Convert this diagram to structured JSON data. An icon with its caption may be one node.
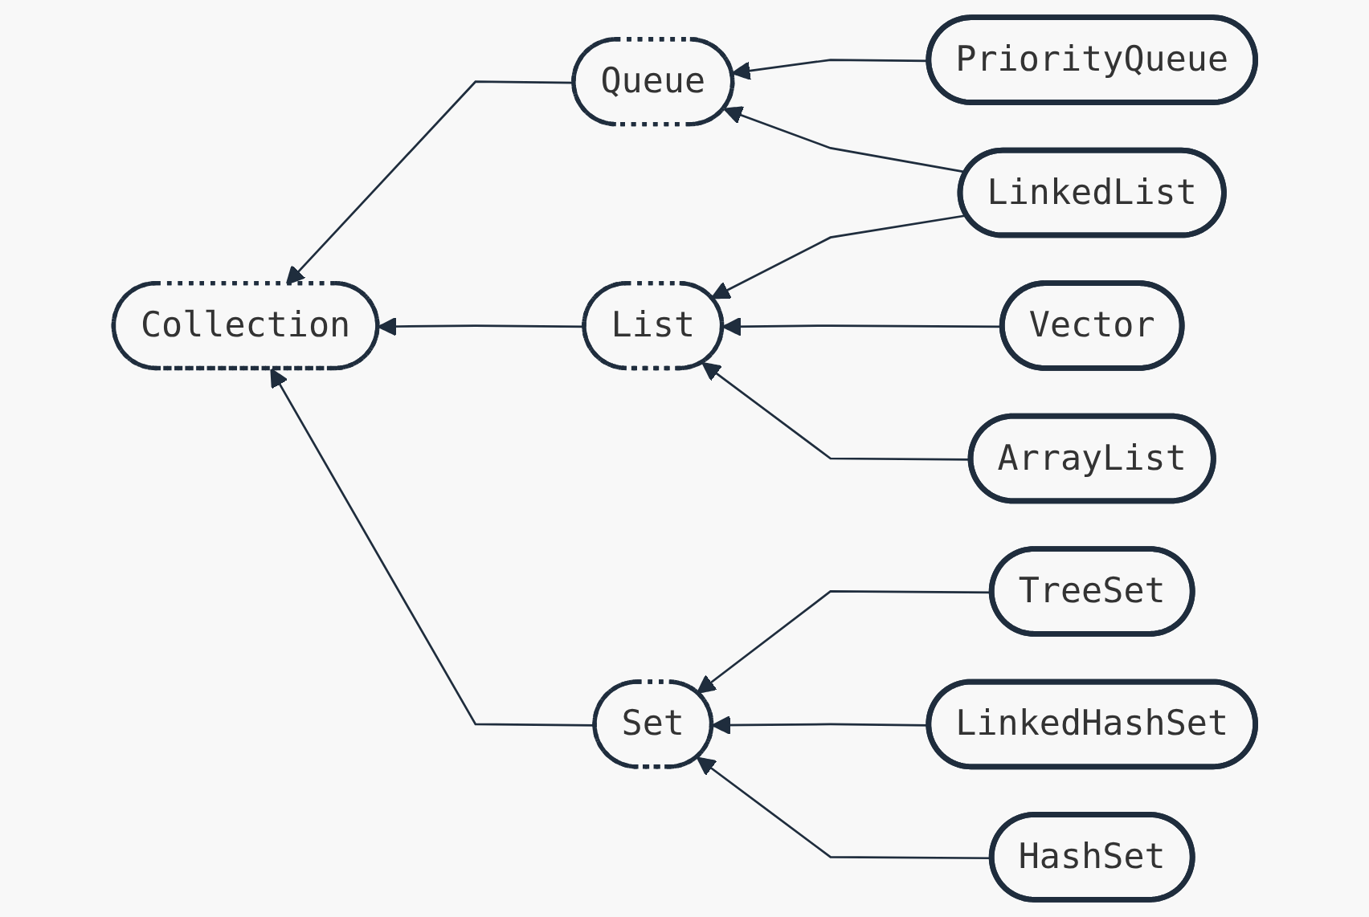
{
  "diagram": {
    "nodes": [
      {
        "text": [
          "Queue"
        ]
      },
      {
        "text": [
          "PriorityQueue"
        ]
      },
      {
        "text": [
          "LinkedList"
        ]
      },
      {
        "text": [
          "Collection"
        ]
      },
      {
        "text": [
          "List"
        ]
      },
      {
        "text": [
          "Vector"
        ]
      },
      {
        "text": [
          "ArrayList"
        ]
      },
      {
        "text": [
          "TreeSet"
        ]
      },
      {
        "text": [
          "Set"
        ]
      },
      {
        "text": [
          "LinkedHashSet"
        ]
      },
      {
        "text": [
          "HashSet"
        ]
      }
    ],
    "edges": [
      {
        "from": 1,
        "to": 0,
        "arrow": "to"
      },
      {
        "from": 2,
        "to": 0,
        "arrow": "to"
      },
      {
        "from": 0,
        "to": 3,
        "arrow": "to"
      },
      {
        "from": 4,
        "to": 3,
        "arrow": "to"
      },
      {
        "from": 8,
        "to": 3,
        "arrow": "to"
      },
      {
        "from": 2,
        "to": 4,
        "arrow": "to"
      },
      {
        "from": 5,
        "to": 4,
        "arrow": "to"
      },
      {
        "from": 6,
        "to": 4,
        "arrow": "to"
      },
      {
        "from": 7,
        "to": 8,
        "arrow": "to"
      },
      {
        "from": 9,
        "to": 8,
        "arrow": "to"
      },
      {
        "from": 10,
        "to": 8,
        "arrow": "to"
      }
    ]
  }
}
